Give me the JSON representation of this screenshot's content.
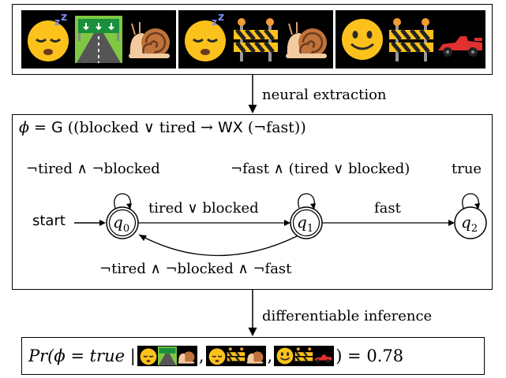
{
  "sequence": {
    "frames": [
      {
        "symbols": [
          "sleepy-face",
          "highway",
          "snail"
        ]
      },
      {
        "symbols": [
          "sleepy-face",
          "construction-barrier",
          "snail"
        ]
      },
      {
        "symbols": [
          "smiling-face",
          "construction-barrier",
          "race-car"
        ]
      }
    ]
  },
  "arrows": {
    "top_label": "neural extraction",
    "bottom_label": "differentiable inference"
  },
  "formula": {
    "phi": "ϕ",
    "eq": " = ",
    "G": "G",
    "body": " ((blocked ∨ tired → ",
    "WX": "WX",
    "tail": " (¬fast))"
  },
  "automaton": {
    "start_label": "start",
    "states": [
      {
        "id": "q",
        "sub": "0"
      },
      {
        "id": "q",
        "sub": "1"
      },
      {
        "id": "q",
        "sub": "2"
      }
    ],
    "loops": [
      "¬tired ∧ ¬blocked",
      "¬fast ∧ (tired ∨ blocked)",
      "true"
    ],
    "edges": {
      "q0_q1": "tired ∨ blocked",
      "q1_q2": "fast",
      "q1_q0": "¬tired ∧ ¬blocked ∧ ¬fast"
    }
  },
  "result": {
    "prefix": "Pr(ϕ = true | ",
    "sep1": ",",
    "sep2": ",",
    "suffix": ") = 0.78"
  }
}
